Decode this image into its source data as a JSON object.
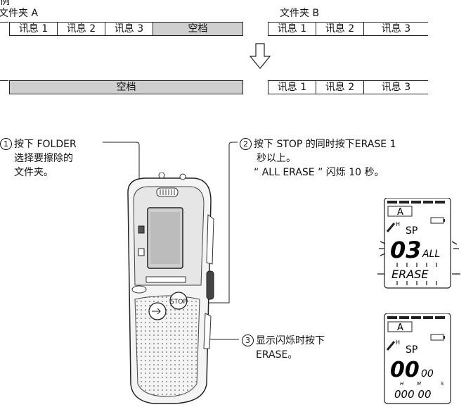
{
  "example_label": "例",
  "folder_a": {
    "label": "文件夹 A",
    "before": [
      "讯息 1",
      "讯息 2",
      "讯息 3",
      "空档"
    ],
    "after": [
      "空档"
    ]
  },
  "folder_b": {
    "label": "文件夹 B",
    "before": [
      "讯息 1",
      "讯息 2",
      "讯息 3"
    ],
    "after": [
      "讯息 1",
      "讯息 2",
      "讯息 3"
    ]
  },
  "steps": {
    "step1": {
      "number": "1",
      "lines": [
        "按下 FOLDER",
        "选择要擦除的",
        "文件夹。"
      ]
    },
    "step2": {
      "number": "2",
      "lines": [
        "按下 STOP 的同时按下ERASE 1",
        "秒以上。",
        "“ ALL ERASE ” 闪烁 10 秒。"
      ]
    },
    "step3": {
      "number": "3",
      "lines": [
        "显示闪烁时按下",
        "ERASE。"
      ]
    }
  },
  "device": {
    "stop_label": "STOP"
  },
  "display1": {
    "folder": "A",
    "mic": "H",
    "mode": "SP",
    "number": "03",
    "sub": "ALL",
    "bottom": "ERASE"
  },
  "display2": {
    "folder": "A",
    "mic": "H",
    "mode": "SP",
    "number": "00",
    "sub": "00",
    "time_labels": [
      "H",
      "M",
      "S"
    ],
    "time": "000 00"
  },
  "colors": {
    "gray_cell": "#cfcfcf",
    "line": "#222222"
  }
}
